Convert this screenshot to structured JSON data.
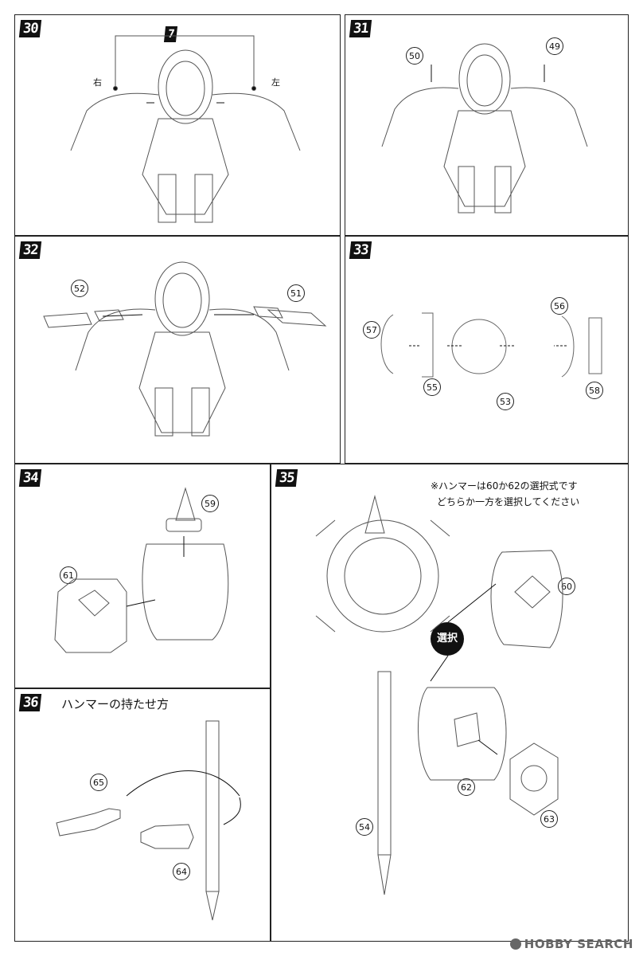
{
  "steps": {
    "s30": {
      "label": "30",
      "part_7": "7",
      "right": "右",
      "left": "左"
    },
    "s31": {
      "label": "31",
      "p50": "50",
      "p49": "49"
    },
    "s32": {
      "label": "32",
      "p52": "52",
      "p51": "51"
    },
    "s33": {
      "label": "33",
      "p57": "57",
      "p55": "55",
      "p53": "53",
      "p56": "56",
      "p58": "58"
    },
    "s34": {
      "label": "34",
      "p59": "59",
      "p61": "61"
    },
    "s35": {
      "label": "35",
      "note_line1": "※ハンマーは60か62の選択式です",
      "note_line2": "どちらか一方を選択してください",
      "select": "選択",
      "p60": "60",
      "p62": "62",
      "p63": "63",
      "p54": "54"
    },
    "s36": {
      "label": "36",
      "title": "ハンマーの持たせ方",
      "p65": "65",
      "p64": "64"
    }
  },
  "watermark": "HOBBY SEARCH"
}
